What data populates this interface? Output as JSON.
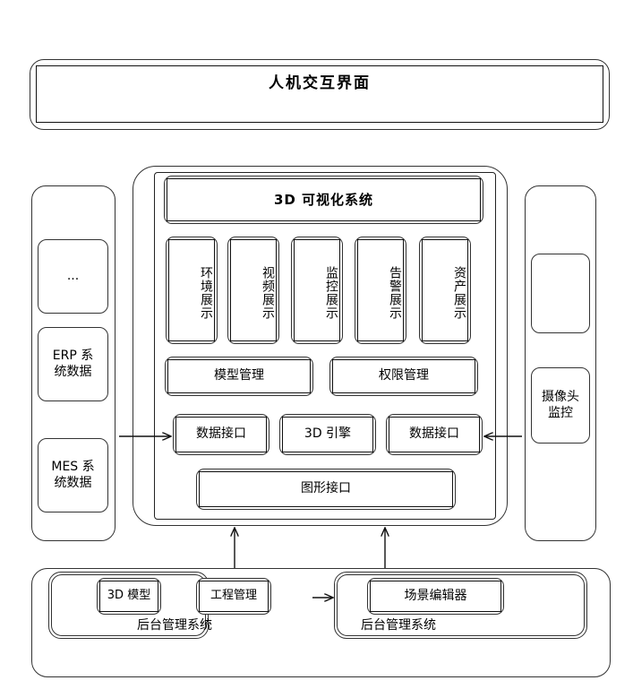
{
  "diagram": {
    "title_box": {
      "label": "人机交互界面"
    },
    "left_sidebar": {
      "items": [
        {
          "label": "..."
        },
        {
          "label": "ERP 系\n统数据",
          "line1": "ERP 系",
          "line2": "统数据"
        },
        {
          "label": "MES 系\n统数据",
          "line1": "MES 系",
          "line2": "统数据"
        }
      ]
    },
    "right_sidebar": {
      "items": [
        {
          "label": ""
        },
        {
          "label": "摄像头\n监控",
          "line1": "摄像头",
          "line2": "监控"
        }
      ]
    },
    "center": {
      "header": {
        "label": "3D 可视化系统"
      },
      "display_modules": [
        {
          "label": "环境展示"
        },
        {
          "label": "视频展示"
        },
        {
          "label": "监控展示"
        },
        {
          "label": "告警展示"
        },
        {
          "label": "资产展示"
        }
      ],
      "management_row": [
        {
          "label": "模型管理"
        },
        {
          "label": "权限管理"
        }
      ],
      "interface_row": [
        {
          "label": "数据接口"
        },
        {
          "label": "3D 引擎"
        },
        {
          "label": "数据接口"
        }
      ],
      "graphics_interface": {
        "label": "图形接口"
      }
    },
    "bottom": {
      "left_panel": {
        "boxes": [
          {
            "label": "3D 模型"
          },
          {
            "label": "工程管理"
          }
        ],
        "caption": "后台管理系统"
      },
      "right_panel": {
        "boxes": [
          {
            "label": "场景编辑器"
          }
        ],
        "caption": "后台管理系统"
      }
    },
    "connectors": [
      {
        "name": "erp-to-data-interface",
        "direction": "right"
      },
      {
        "name": "camera-to-data-interface",
        "direction": "left"
      },
      {
        "name": "backend-left-to-center",
        "direction": "up"
      },
      {
        "name": "backend-right-to-center",
        "direction": "up"
      },
      {
        "name": "backend-left-to-backend-right",
        "direction": "right"
      }
    ],
    "colors": {
      "stroke": "#333333",
      "stroke_dark": "#111111",
      "background": "#ffffff",
      "text": "#000000"
    }
  }
}
